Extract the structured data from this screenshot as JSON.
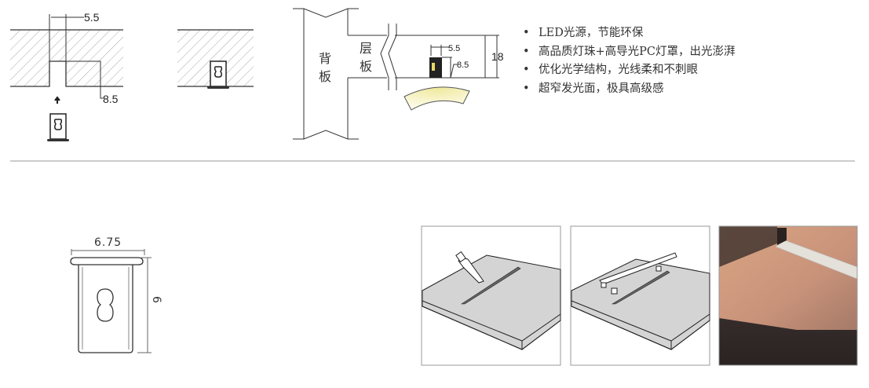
{
  "install_diagram": {
    "groove_width": "5.5",
    "groove_depth": "8.5"
  },
  "section_diagram": {
    "back_panel_label": [
      "背",
      "板"
    ],
    "shelf_label": [
      "层",
      "板"
    ],
    "profile_width": "5.5",
    "profile_depth": "8.5",
    "shelf_thickness": "18"
  },
  "features": [
    "LED光源，节能环保",
    "高品质灯珠+高导光PC灯罩，出光澎湃",
    "优化光学结构，光线柔和不刺眼",
    "超窄发光面，极具高级感"
  ],
  "profile_drawing": {
    "width": "6.75",
    "height": "6"
  },
  "colors": {
    "line": "#333333",
    "divider": "#999999",
    "light": "#f2ecae",
    "board": "#d4d4d4"
  }
}
